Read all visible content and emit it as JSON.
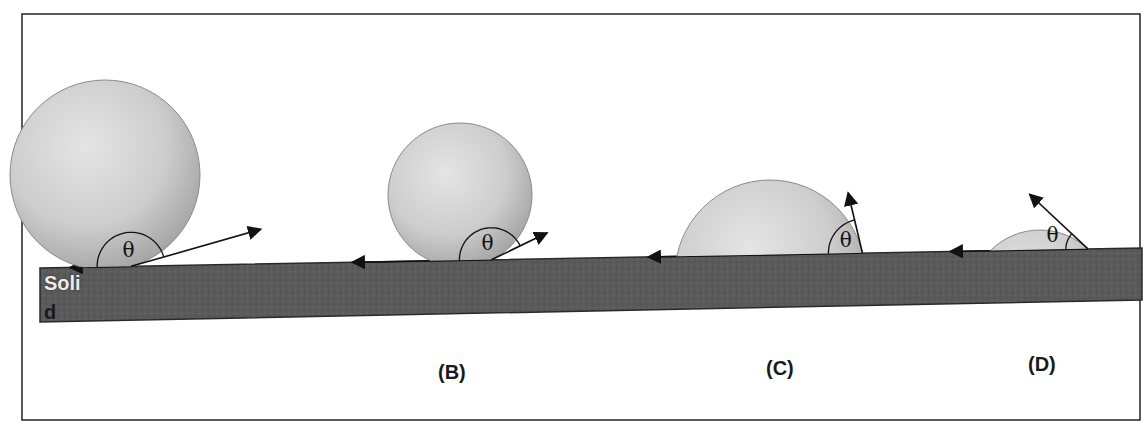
{
  "diagram": {
    "labels": [
      "θ",
      "Soli",
      "d",
      "θ",
      "(B)",
      "θ",
      "(C)",
      "θ",
      "(D)"
    ]
  }
}
